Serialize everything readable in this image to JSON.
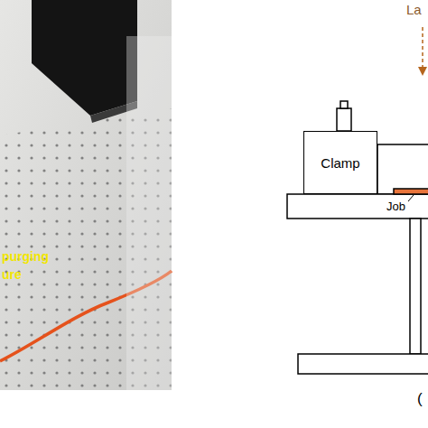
{
  "diagram": {
    "nodes": [
      {
        "text": [
          "Clamp"
        ]
      }
    ],
    "labels": [
      "La",
      "purging",
      "ure",
      "Job",
      "("
    ]
  }
}
